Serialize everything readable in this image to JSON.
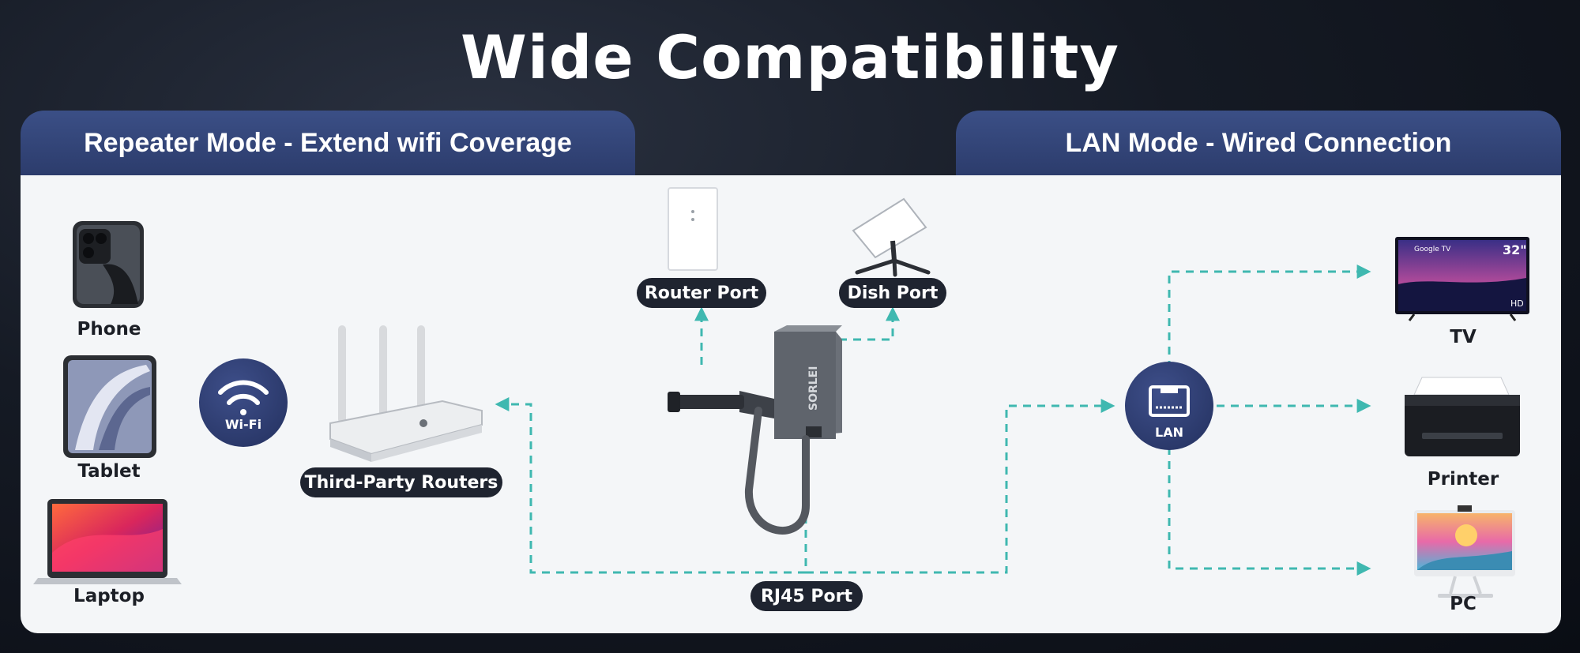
{
  "title": "Wide Compatibility",
  "tabs": {
    "repeater": "Repeater Mode - Extend wifi Coverage",
    "lan": "LAN Mode - Wired Connection"
  },
  "devices_left": {
    "phone": "Phone",
    "tablet": "Tablet",
    "laptop": "Laptop"
  },
  "wifi_badge": "Wi-Fi",
  "lan_badge": "LAN",
  "labels": {
    "third_party_routers": "Third-Party Routers",
    "router_port": "Router Port",
    "dish_port": "Dish Port",
    "rj45_port": "RJ45 Port"
  },
  "devices_right": {
    "tv": "TV",
    "printer": "Printer",
    "pc": "PC"
  },
  "device_text": {
    "tv_logo": "Google TV",
    "tv_size": "32\"",
    "tv_hd": "HD",
    "adapter_brand": "SORLEI"
  },
  "colors": {
    "accent": "#2c3c6c",
    "connector_line": "#3fb8b0",
    "pill_bg": "#1f2430"
  }
}
